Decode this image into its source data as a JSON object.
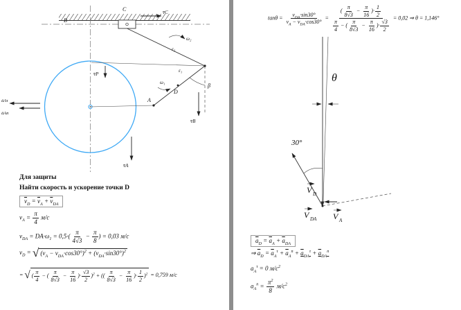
{
  "colors": {
    "circle_blue": "#3fa9f5",
    "ink": "#1a1a1a",
    "page_bg": "#ffffff",
    "app_bg": "#8e8e8e"
  },
  "left": {
    "heading1": "Для защиты",
    "heading2": "Найти скорость и ускорение точки D",
    "f1": [
      {
        "bar": [
          "v"
        ]
      },
      {
        "sub": [
          "D"
        ]
      },
      " = ",
      {
        "bar": [
          "v"
        ]
      },
      {
        "sub": [
          "A"
        ]
      },
      " + ",
      {
        "bar": [
          "v"
        ]
      },
      {
        "sub": [
          "DA"
        ]
      }
    ],
    "f2": [
      "v",
      {
        "sub": [
          "A"
        ]
      },
      " = ",
      {
        "f": [
          [
            "π"
          ],
          [
            "4"
          ]
        ]
      },
      " м/с"
    ],
    "f3": [
      "v",
      {
        "sub": [
          "DA"
        ]
      },
      " = DA·ω",
      {
        "sub": [
          "1"
        ]
      },
      " = 0,5·(",
      {
        "f": [
          [
            "π"
          ],
          [
            "4√3"
          ]
        ]
      },
      " − ",
      {
        "f": [
          [
            "π"
          ],
          [
            "8"
          ]
        ]
      },
      ") = 0,03 м/с"
    ],
    "f4": [
      "v",
      {
        "sub": [
          "D"
        ]
      },
      " = ",
      {
        "sqrt": [
          "(v",
          {
            "sub": [
              "A"
            ]
          },
          " − v",
          {
            "sub": [
              "DA"
            ]
          },
          "·cos30°)",
          {
            "sup": [
              "2"
            ]
          },
          " + (v",
          {
            "sub": [
              "DA"
            ]
          },
          "·sin30°)",
          {
            "sup": [
              "2"
            ]
          }
        ]
      }
    ],
    "f5": [
      "= ",
      {
        "sqrt": [
          "(",
          {
            "f": [
              [
                "π"
              ],
              [
                "4"
              ]
            ]
          },
          " − (",
          {
            "f": [
              [
                "π"
              ],
              [
                "8√3"
              ]
            ]
          },
          " − ",
          {
            "f": [
              [
                "π"
              ],
              [
                "16"
              ]
            ]
          },
          ")·",
          {
            "f": [
              [
                "√3"
              ],
              [
                "2"
              ]
            ]
          },
          ")",
          {
            "sup": [
              "2"
            ]
          },
          " + ((",
          {
            "f": [
              [
                "π"
              ],
              [
                "8√3"
              ]
            ]
          },
          " − ",
          {
            "f": [
              [
                "π"
              ],
              [
                "16"
              ]
            ]
          },
          ")·",
          {
            "f": [
              [
                "1"
              ],
              [
                "2"
              ]
            ]
          },
          ")",
          {
            "sup": [
              "2"
            ]
          }
        ]
      },
      " = 0,759 м/с"
    ],
    "diagram": {
      "label_b": "B",
      "label_c": "C",
      "vel_c": "v̄C",
      "omega2": "ω₂",
      "eps2": "ε₂",
      "eps1": "ε₁",
      "omega1": "ω₁",
      "label_d": "D",
      "beta": "β",
      "vel_b": "v̄B",
      "label_a": "A",
      "vel_a": "v̄A",
      "vel_p": "v̄P",
      "acc_tau": "āAτ",
      "acc_n": "āAn"
    }
  },
  "right": {
    "tan": [
      "tanθ = ",
      {
        "f": [
          [
            "v",
            {
              "sub": [
                "DA"
              ]
            },
            "·sin30°"
          ],
          [
            "v",
            {
              "sub": [
                "A"
              ]
            },
            " − v",
            {
              "sub": [
                "DA"
              ]
            },
            "·cos30°"
          ]
        ]
      },
      " = ",
      {
        "f": [
          [
            "(",
            {
              "f": [
                [
                  "π"
                ],
                [
                  "8√3"
                ]
              ]
            },
            " − ",
            {
              "f": [
                [
                  "π"
                ],
                [
                  "16"
                ]
              ]
            },
            ")·",
            {
              "f": [
                [
                  "1"
                ],
                [
                  "2"
                ]
              ]
            }
          ],
          [
            {
              "f": [
                [
                  "π"
                ],
                [
                  "4"
                ]
              ]
            },
            " − (",
            {
              "f": [
                [
                  "π"
                ],
                [
                  "8√3"
                ]
              ]
            },
            " − ",
            {
              "f": [
                [
                  "π"
                ],
                [
                  "16"
                ]
              ]
            },
            ")·",
            {
              "f": [
                [
                  "√3"
                ],
                [
                  "2"
                ]
              ]
            }
          ]
        ]
      },
      " = 0,02 ⇒ θ = 1,146°"
    ],
    "a1": [
      {
        "bar": [
          "a"
        ]
      },
      {
        "sub": [
          "D"
        ]
      },
      " = ",
      {
        "bar": [
          "a"
        ]
      },
      {
        "sub": [
          "A"
        ]
      },
      " + ",
      {
        "bar": [
          "a"
        ]
      },
      {
        "sub": [
          "DA"
        ]
      }
    ],
    "a2": [
      "⇒ ",
      {
        "bar": [
          "a"
        ]
      },
      {
        "sub": [
          "D"
        ]
      },
      " = ",
      {
        "bar": [
          "a"
        ]
      },
      {
        "sub": [
          "A"
        ]
      },
      {
        "sup": [
          "τ"
        ]
      },
      " + ",
      {
        "bar": [
          "a"
        ]
      },
      {
        "sub": [
          "A"
        ]
      },
      {
        "sup": [
          "n"
        ]
      },
      " + ",
      {
        "u": [
          {
            "bar": [
              "a"
            ]
          },
          {
            "sub": [
              "DA"
            ]
          },
          {
            "sup": [
              "τ"
            ]
          }
        ]
      },
      " + ",
      {
        "u": [
          {
            "bar": [
              "a"
            ]
          },
          {
            "sub": [
              "DA"
            ]
          },
          {
            "sup": [
              "n"
            ]
          }
        ]
      }
    ],
    "a3": [
      "a",
      {
        "sub": [
          "A"
        ]
      },
      {
        "sup": [
          "τ"
        ]
      },
      " = 0 м/с",
      {
        "sup": [
          "2"
        ]
      }
    ],
    "a4": [
      "a",
      {
        "sub": [
          "A"
        ]
      },
      {
        "sup": [
          "n"
        ]
      },
      " = ",
      {
        "f": [
          [
            "π",
            {
              "sup": [
                "2"
              ]
            }
          ],
          [
            "8"
          ]
        ]
      },
      " м/с",
      {
        "sup": [
          "2"
        ]
      }
    ],
    "diagram": {
      "theta": "θ",
      "angle30": "30°",
      "v": "V",
      "sub_d": "D",
      "sub_da": "DA",
      "sub_a": "A"
    }
  }
}
